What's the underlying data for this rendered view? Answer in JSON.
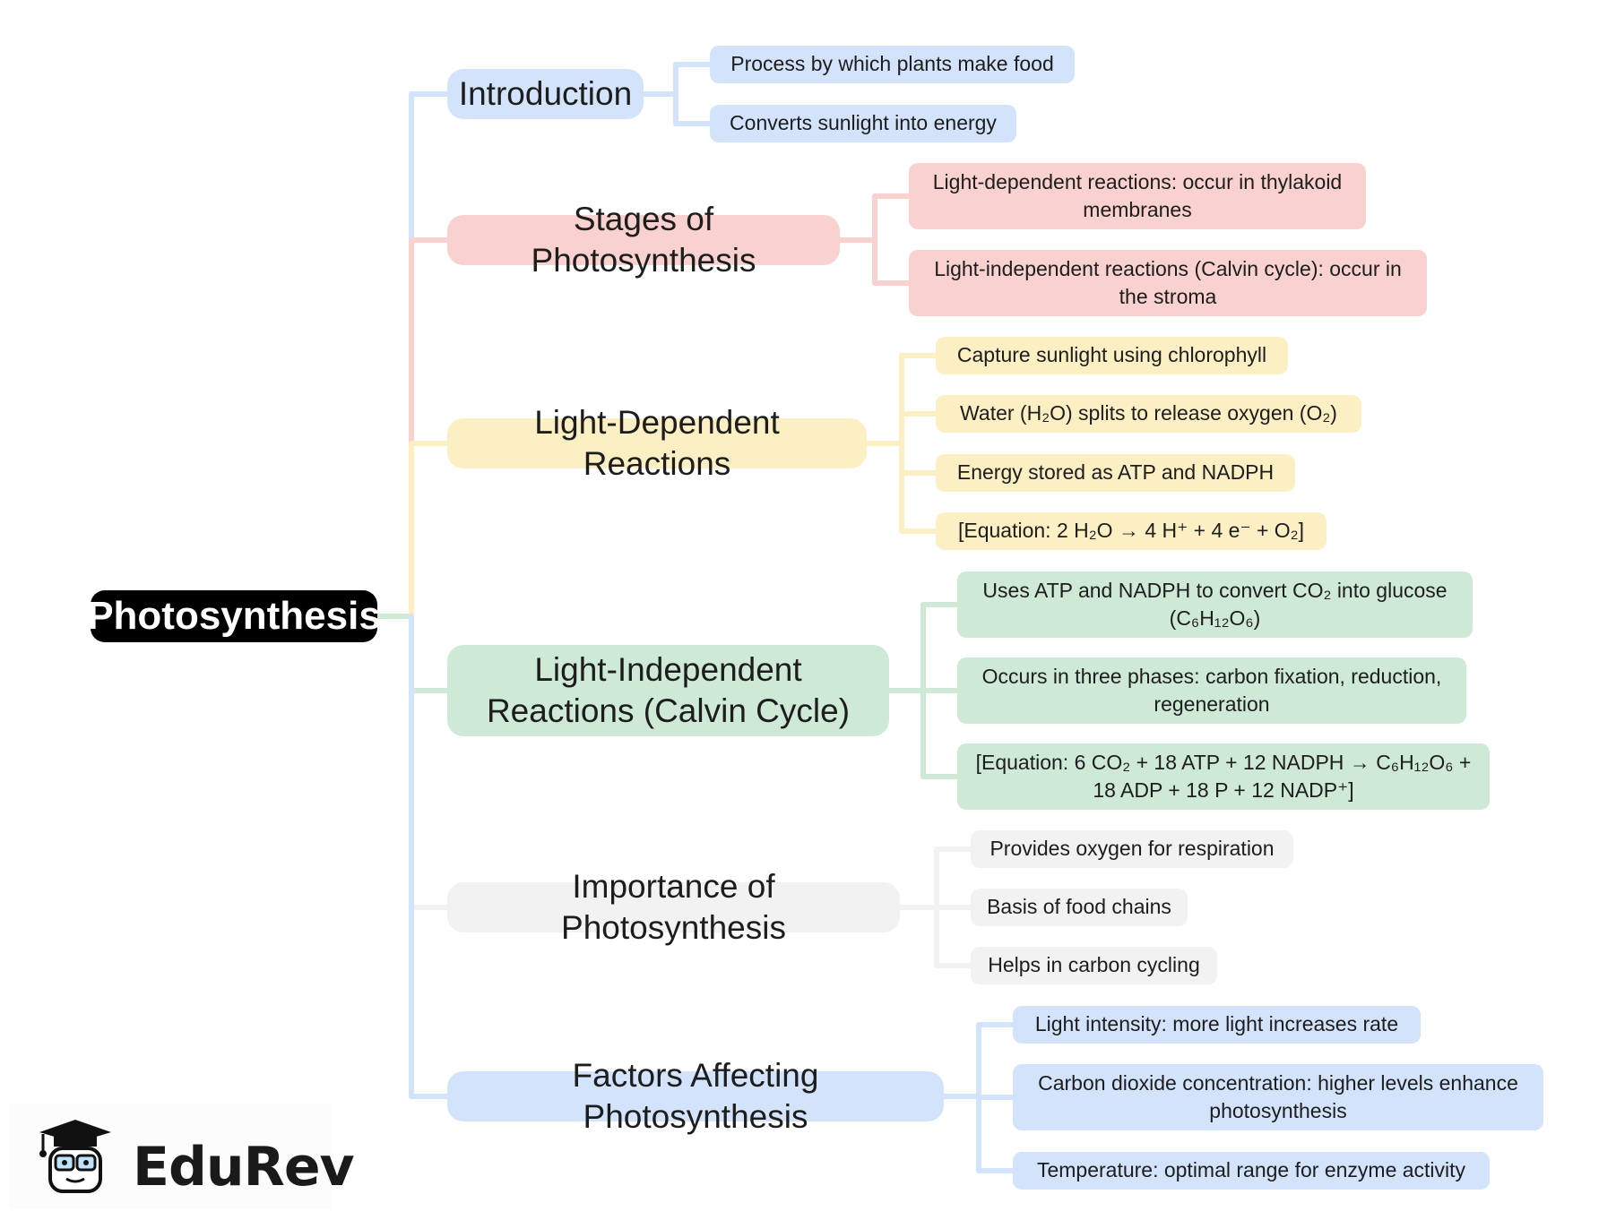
{
  "root": {
    "label": "Photosynthesis"
  },
  "colors": {
    "blue": "#d3e3fb",
    "red": "#f9d1ce",
    "yellow": "#fcefc4",
    "green": "#cfe9d7",
    "gray": "#f2f2f3",
    "root": "#000000"
  },
  "branches": [
    {
      "label": "Introduction",
      "color": "blue",
      "children": [
        "Process by which plants make food",
        "Converts sunlight into energy"
      ]
    },
    {
      "label": "Stages of Photosynthesis",
      "color": "red",
      "children": [
        "Light-dependent reactions: occur in thylakoid membranes",
        "Light-independent reactions (Calvin cycle): occur in the stroma"
      ]
    },
    {
      "label": "Light-Dependent Reactions",
      "color": "yellow",
      "children": [
        "Capture sunlight using chlorophyll",
        "Water (H₂O) splits to release oxygen (O₂)",
        "Energy stored as ATP and NADPH",
        "[Equation: 2 H₂O → 4 H⁺ + 4 e⁻ + O₂]"
      ]
    },
    {
      "label": "Light-Independent Reactions (Calvin Cycle)",
      "color": "green",
      "children": [
        "Uses ATP and NADPH to convert CO₂ into glucose (C₆H₁₂O₆)",
        "Occurs in three phases: carbon fixation, reduction, regeneration",
        "[Equation: 6 CO₂ + 18 ATP + 12 NADPH → C₆H₁₂O₆ + 18 ADP + 18 P + 12 NADP⁺]"
      ]
    },
    {
      "label": "Importance of Photosynthesis",
      "color": "gray",
      "children": [
        "Provides oxygen for respiration",
        "Basis of food chains",
        "Helps in carbon cycling"
      ]
    },
    {
      "label": "Factors Affecting Photosynthesis",
      "color": "blue",
      "children": [
        "Light intensity: more light increases rate",
        "Carbon dioxide concentration: higher levels enhance photosynthesis",
        "Temperature: optimal range for enzyme activity"
      ]
    }
  ],
  "logo": {
    "text": "EduRev"
  }
}
